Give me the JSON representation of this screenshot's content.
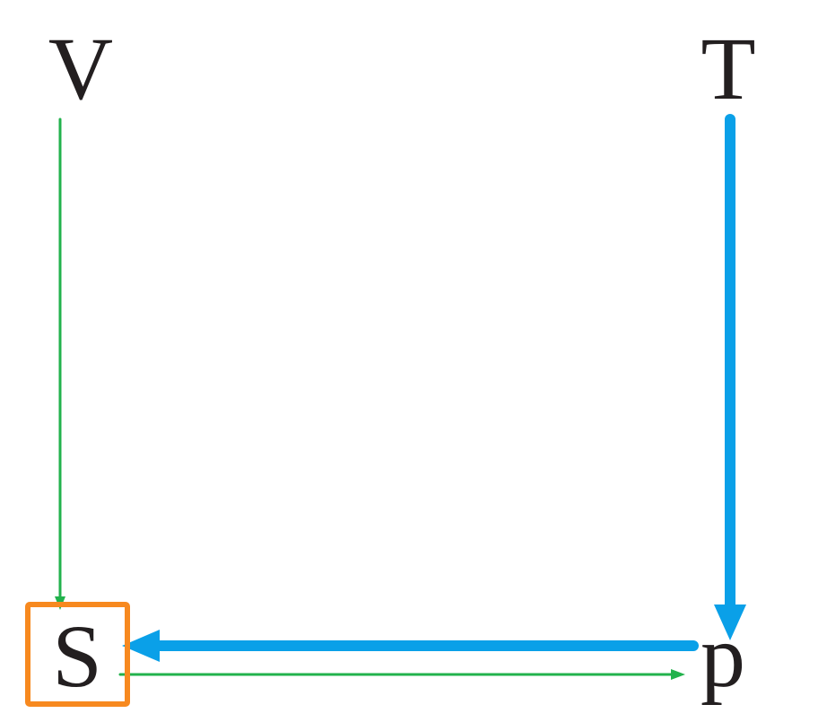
{
  "nodes": {
    "v": {
      "label": "V"
    },
    "t": {
      "label": "T"
    },
    "s": {
      "label": "S"
    },
    "p": {
      "label": "p"
    }
  },
  "edges": [
    {
      "from": "V",
      "to": "S",
      "color": "#22b24c",
      "weight": "thin"
    },
    {
      "from": "T",
      "to": "p",
      "color": "#0aa0e8",
      "weight": "thick"
    },
    {
      "from": "p",
      "to": "S",
      "color": "#0aa0e8",
      "weight": "thick"
    },
    {
      "from": "S",
      "to": "p",
      "color": "#22b24c",
      "weight": "thin"
    }
  ],
  "highlight": {
    "node": "S",
    "color": "#f7891f"
  },
  "colors": {
    "green": "#22b24c",
    "blue": "#0aa0e8",
    "orange": "#f7891f",
    "text": "#231f20",
    "background": "#ffffff"
  }
}
